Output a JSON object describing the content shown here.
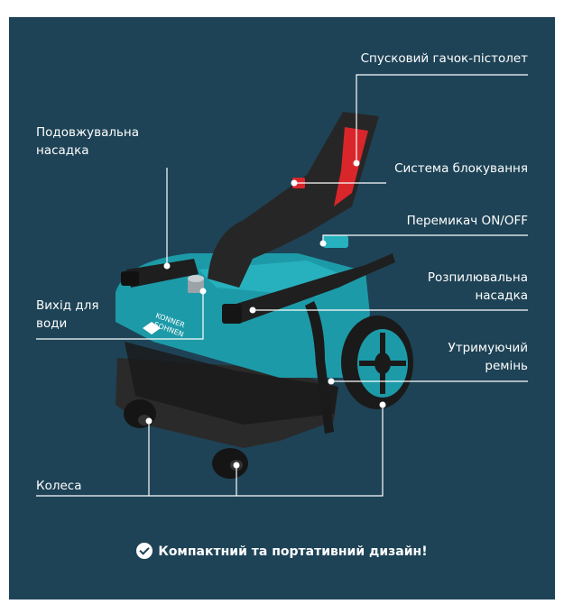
{
  "labels": {
    "trigger": "Спусковий гачок-пістолет",
    "extension": "Подовжувальна\nнасадка",
    "lock": "Система блокування",
    "onoff": "Перемикач ON/OFF",
    "spray": "Розпилювальна\nнасадка",
    "water_out": "Вихід для\nводи",
    "belt": "Утримуючий\nремінь",
    "wheels": "Колеса"
  },
  "brand": {
    "line1": "KONNER",
    "line2": "SOHNEN"
  },
  "footer": {
    "text": "Компактний та портативний дизайн!",
    "icon": "check-circle-icon"
  },
  "colors": {
    "background": "#1e4356",
    "accent": "#1a9aa8",
    "body_dark": "#2b2b2b",
    "handle_red": "#d9262b"
  }
}
